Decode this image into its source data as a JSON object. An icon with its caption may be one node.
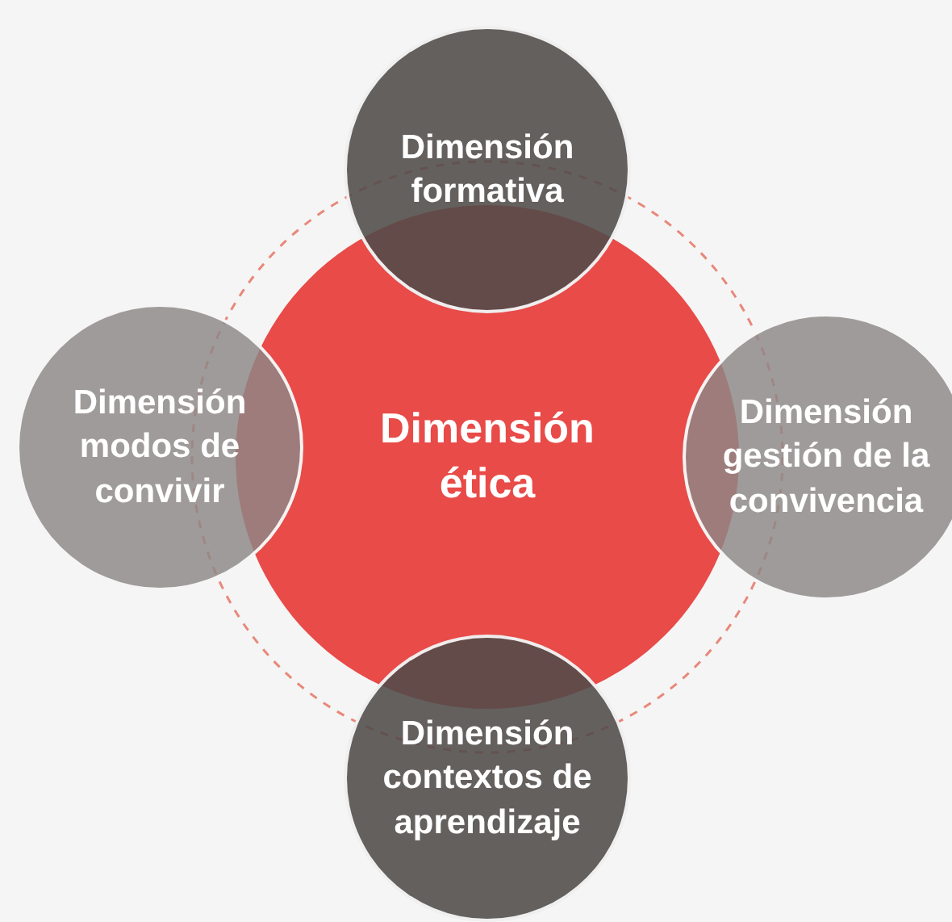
{
  "diagram": {
    "nodes": [
      {
        "text": [
          "Dimensión formativa"
        ]
      },
      {
        "text": [
          "Dimensión modos de convivir"
        ]
      },
      {
        "text": [
          "Dimensión ética"
        ]
      },
      {
        "text": [
          "Dimensión gestión de la convivencia"
        ]
      },
      {
        "text": [
          "Dimensión contextos de aprendizaje"
        ]
      }
    ]
  }
}
